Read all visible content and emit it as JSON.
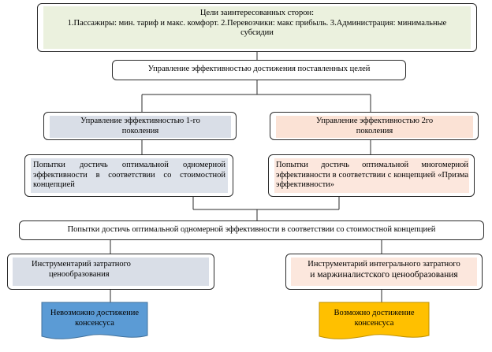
{
  "goals": {
    "title": "Цели заинтересованных  сторон:",
    "line1": "1.Пассажиры: мин. тариф и макс. комфорт. 2.Перевозчики: макс прибыль. 3.Администрация: минимальные",
    "line2": "субсидии"
  },
  "management": "Управление эффективностью достижения поставленных  целей",
  "gen1": {
    "line1": "Управление эффективностью 1-го",
    "line2": "поколения"
  },
  "gen2": {
    "line1": "Управление эффективностью 2го",
    "line2": "поколения"
  },
  "left_attempt": "Попытки достичь оптимальной одномерной эффективности в соответствии со стоимостной концепцией",
  "right_attempt": "Попытки достичь оптимальной многомерной эффективности в соответствии с концепцией «Призма эффективности»",
  "combined": "Попытки достичь оптимальной одномерной эффективности в соответствии со стоимостной концепцией",
  "tool_left": {
    "line1": "Инструментарий затратного",
    "line2": "ценообразования"
  },
  "tool_right": {
    "line1": "Инструментарий интегрального затратного",
    "line2": "и маржиналистского ценообразования"
  },
  "result_left": {
    "line1": "Невозможно достижение",
    "line2": "консенсуса"
  },
  "result_right": {
    "line1": "Возможно достижение",
    "line2": "консенсуса"
  },
  "colors": {
    "goals_fill": "#ebf1de",
    "gen1_fill": "#d9dee7",
    "gen2_fill": "#fbe2d5",
    "left_attempt_fill": "#dde2ea",
    "right_attempt_fill": "#fce7dd",
    "tool_left_fill": "#d9dee7",
    "tool_right_fill": "#fce7dd",
    "result_left_fill": "#5b9bd5",
    "result_right_fill": "#ffc000",
    "connector": "#2b2b2b"
  }
}
